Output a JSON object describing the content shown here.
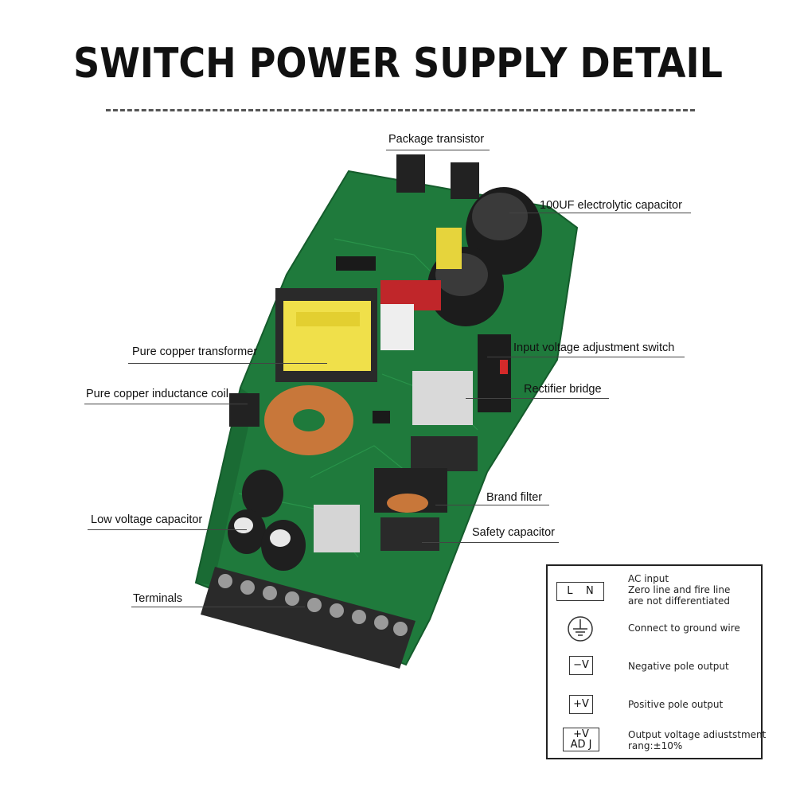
{
  "title": "SWITCH POWER SUPPLY DETAIL",
  "callouts": {
    "package_transistor": "Package transistor",
    "capacitor_100uf": "100UF electrolytic capacitor",
    "transformer": "Pure copper transformer",
    "input_switch": "Input voltage adjustment switch",
    "inductance_coil": "Pure copper inductance coil",
    "rectifier_bridge": "Rectifier bridge",
    "brand_filter": "Brand filter",
    "low_voltage_capacitor": "Low voltage capacitor",
    "safety_capacitor": "Safety capacitor",
    "terminals": "Terminals"
  },
  "legend": {
    "ln_symbol": "L    N",
    "ln_line1": "AC   input",
    "ln_line2": "Zero line and fire line",
    "ln_line3": "are not differentiated",
    "ground_text": "Connect to ground wire",
    "neg_symbol": "−V",
    "neg_text": "Negative pole output",
    "pos_symbol": "+V",
    "pos_text": "Positive pole output",
    "adj_symbol_1": "+V",
    "adj_symbol_2": "AD J",
    "adj_line1": "Output voltage adiuststment",
    "adj_line2": "rang:±10%"
  },
  "colors": {
    "pcb": "#1f7a3c",
    "pcb_dark": "#155c2c",
    "transformer_yellow": "#f0e04a",
    "copper": "#c8773a",
    "terminal_black": "#2a2a2a"
  }
}
